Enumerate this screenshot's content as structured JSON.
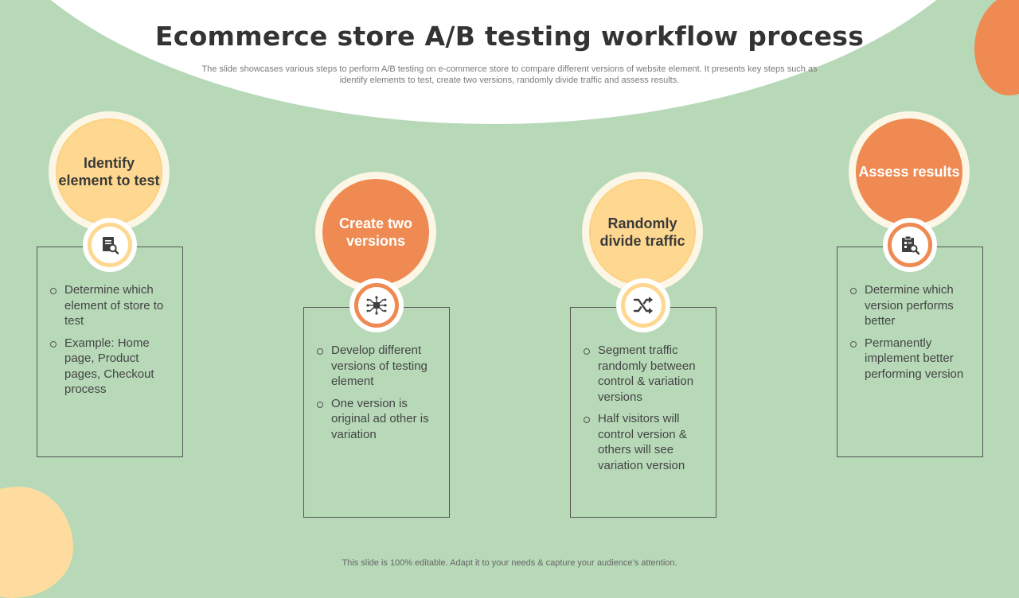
{
  "title": "Ecommerce store A/B testing workflow process",
  "subtitle": "The slide showcases various steps to perform A/B testing on e-commerce store to compare different versions of website element. It presents key steps such as identify elements to test, create two versions, randomly divide traffic and assess results.",
  "footer": "This slide is 100% editable. Adapt it to your needs & capture your audience’s attention.",
  "colors": {
    "background": "#b7d9b8",
    "orange": "#ee8a52",
    "yellow": "#fed890",
    "white": "#ffffff"
  },
  "steps": [
    {
      "title": "Identify element to test",
      "color": "yellow",
      "icon": "document-search-icon",
      "bullets": [
        "Determine which element of store to test",
        "Example: Home page, Product pages, Checkout process"
      ]
    },
    {
      "title": "Create two versions",
      "color": "orange",
      "icon": "network-nodes-icon",
      "bullets": [
        "Develop different versions of testing element",
        "One version is original ad other is variation"
      ]
    },
    {
      "title": "Randomly divide traffic",
      "color": "yellow",
      "icon": "shuffle-arrows-icon",
      "bullets": [
        "Segment traffic randomly between control & variation versions",
        "Half visitors will control version & others will see variation version"
      ]
    },
    {
      "title": "Assess results",
      "color": "orange",
      "icon": "report-analysis-icon",
      "bullets": [
        "Determine which version performs better",
        "Permanently implement better performing version"
      ]
    }
  ]
}
